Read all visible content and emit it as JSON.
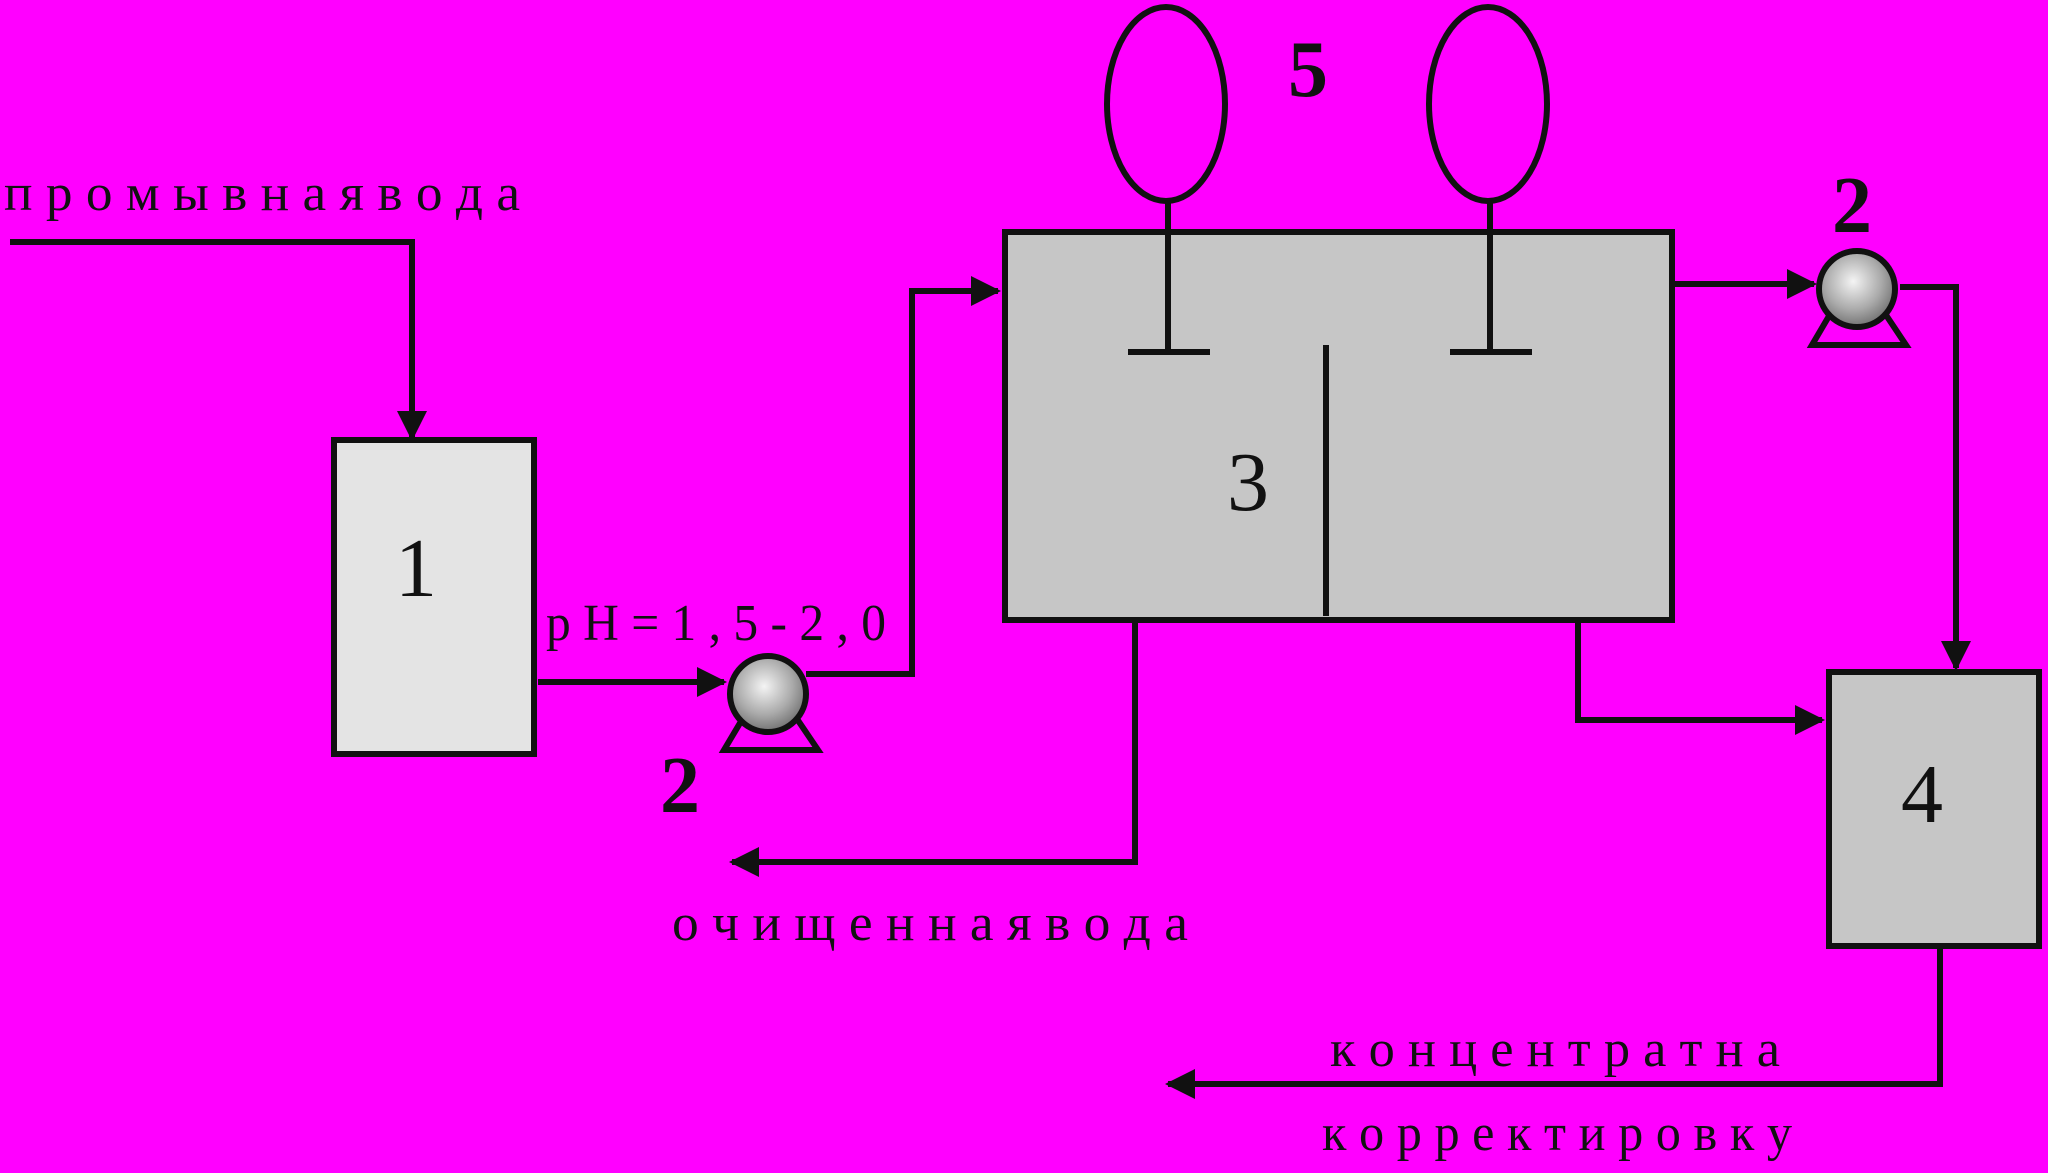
{
  "diagram": {
    "colors": {
      "background": "#ff00ff",
      "line": "#111111",
      "tank_light": "#e4e4e4",
      "tank": "#c6c6c6",
      "pump_highlight": "#f4f4f4",
      "pump_shadow": "#6e6e6e"
    },
    "labels": {
      "inlet": "п р о м ы в н а я   в о д а",
      "ph": "р Н  =  1 , 5  -  2 , 0",
      "purified": "о ч и щ е н н а я   в о д а",
      "concentrate_line1": "к о н ц е н т р а т   н а",
      "concentrate_line2": "к о р р е к т и р о в к у"
    },
    "numbers": {
      "tank1": "1",
      "pump_left": "2",
      "pump_right": "2",
      "cell": "3",
      "tank4": "4",
      "electrodes": "5"
    }
  }
}
